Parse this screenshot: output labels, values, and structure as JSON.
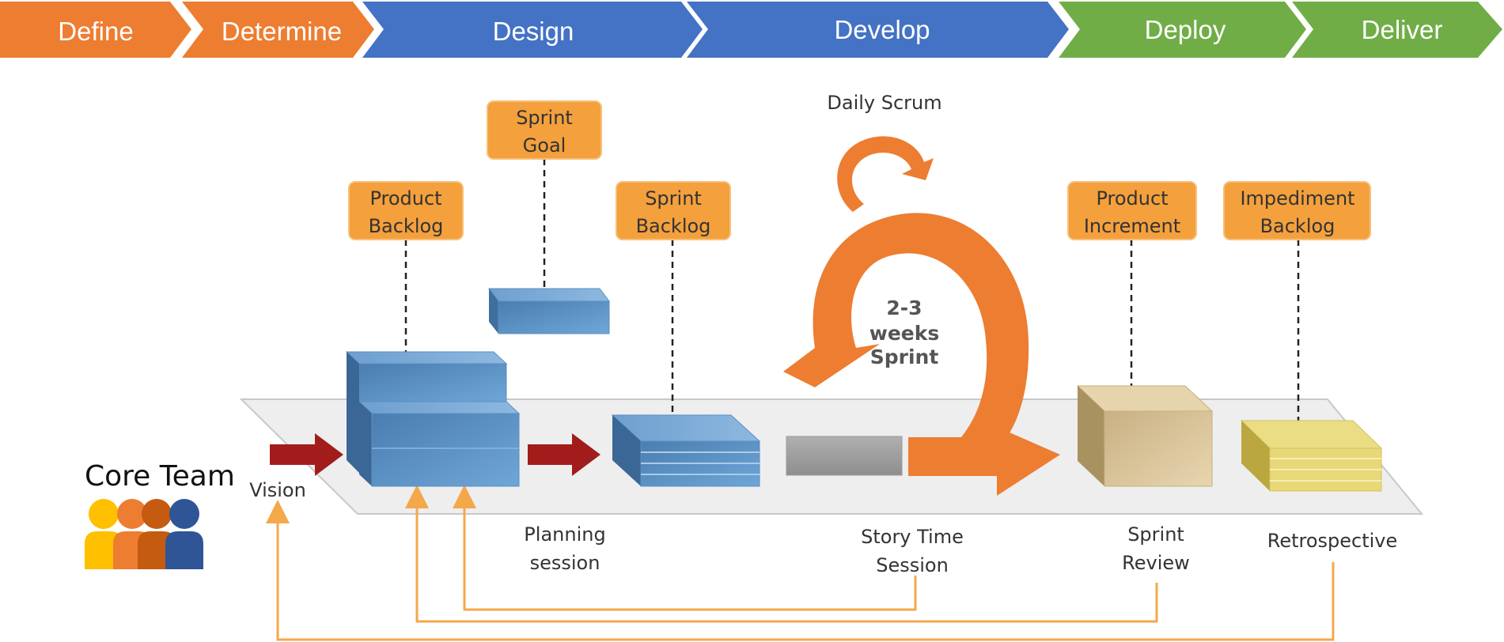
{
  "phases": [
    {
      "label": "Define",
      "color": "#ED7D31"
    },
    {
      "label": "Determine",
      "color": "#ED7D31"
    },
    {
      "label": "Design",
      "color": "#4472C4"
    },
    {
      "label": "Develop",
      "color": "#4472C4"
    },
    {
      "label": "Deploy",
      "color": "#70AD47"
    },
    {
      "label": "Deliver",
      "color": "#70AD47"
    }
  ],
  "artifacts": {
    "sprint_goal": [
      "Sprint",
      "Goal"
    ],
    "product_backlog": [
      "Product",
      "Backlog"
    ],
    "sprint_backlog": [
      "Sprint",
      "Backlog"
    ],
    "product_increment": [
      "Product",
      "Increment"
    ],
    "impediment_backlog": [
      "Impediment",
      "Backlog"
    ]
  },
  "labels": {
    "daily_scrum": "Daily Scrum",
    "sprint_duration": [
      "2-3",
      "weeks",
      "Sprint"
    ],
    "core_team": "Core Team",
    "vision": "Vision",
    "planning_session": [
      "Planning",
      "session"
    ],
    "story_time_session": [
      "Story Time",
      "Session"
    ],
    "sprint_review": [
      "Sprint",
      "Review"
    ],
    "retrospective": "Retrospective"
  },
  "colors": {
    "artifact_box": "#F4A03C",
    "feedback_line": "#F4A84A",
    "flow_arrow": "#A31C1C",
    "sprint_cycle": "#ED7D31",
    "backlog_block": "#5B9BD5",
    "increment_block": "#D8C49A",
    "impediment_block": "#E8D878"
  }
}
